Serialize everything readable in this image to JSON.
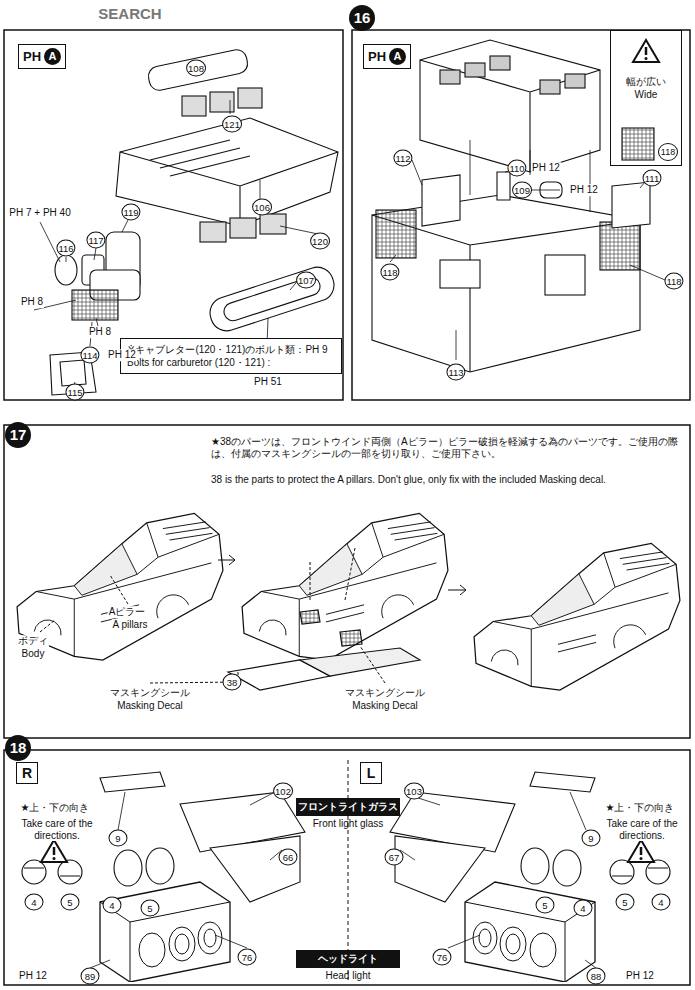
{
  "diagram": {
    "nodes": [
      {
        "text": [
          "PH",
          "A"
        ]
      },
      {
        "text": [
          "※キャブレター(120・121)のボルト類：PH 9",
          "Bolts for carburetor (120・121) :"
        ]
      },
      {
        "text": [
          "16"
        ]
      },
      {
        "text": [
          "PH",
          "A"
        ]
      },
      {
        "text": [
          "幅が広い",
          "Wide",
          "118"
        ]
      },
      {
        "text": [
          "17"
        ]
      },
      {
        "text": [
          "18"
        ]
      },
      {
        "text": [
          "R"
        ]
      },
      {
        "text": [
          "L"
        ]
      },
      {
        "text": [
          "フロントライトガラス",
          "Front light glass"
        ]
      },
      {
        "text": [
          "ヘッドライト",
          "Head light"
        ]
      }
    ],
    "labels": [
      "SEARCH",
      "108",
      "121",
      "106",
      "120",
      "107",
      "PH 51",
      "119",
      "117",
      "116",
      "PH 7 + PH 40",
      "PH 8",
      "PH 8",
      "114",
      "PH 12",
      "115",
      "112",
      "110",
      "PH 12",
      "109",
      "PH 12",
      "111",
      "118",
      "118",
      "113",
      "★38のパーツは、フロントウインド両側（Aピラー）ピラー破損を軽減する為のパーツです。ご使用の際は、付属のマスキングシールの一部を切り取り、ご使用下さい。",
      "38 is the parts to protect the A pillars. Don't glue, only fix with the included Masking decal.",
      "Aピラー",
      "A pillars",
      "ボディ",
      "Body",
      "38",
      "マスキングシール",
      "Masking Decal",
      "マスキングシール",
      "Masking Decal",
      "102",
      "9",
      "★上・下の向き",
      "Take care of the directions.",
      "4",
      "5",
      "4",
      "5",
      "66",
      "76",
      "PH 12",
      "89",
      "103",
      "9",
      "★上・下の向き",
      "Take care of the directions.",
      "5",
      "4",
      "5",
      "4",
      "67",
      "76",
      "88",
      "PH 12"
    ]
  }
}
